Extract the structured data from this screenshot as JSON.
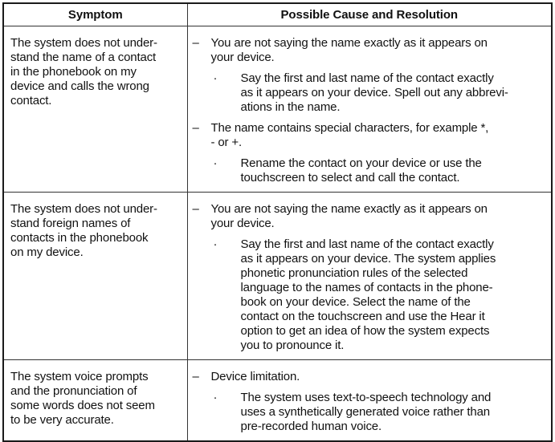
{
  "colors": {
    "border": "#1a1a1a",
    "text": "#111111",
    "background": "#ffffff"
  },
  "bullets": {
    "dash": "–",
    "dot": "·"
  },
  "table": {
    "headers": {
      "symptom": "Symptom",
      "cause": "Possible Cause and Resolution"
    },
    "rows": [
      {
        "symptom": "The system does not under-\nstand the name of a contact\nin the phonebook on my\ndevice and calls the wrong\ncontact.",
        "causes": [
          {
            "text": "You are not saying the name exactly as it appears on\nyour device.",
            "sub": [
              "Say the first and last name of the contact exactly\nas it appears on your device. Spell out any abbrevi-\nations in the name."
            ]
          },
          {
            "text": "The name contains special characters, for example *,\n- or +.",
            "sub": [
              "Rename the contact on your device or use the\ntouchscreen to select and call the contact."
            ]
          }
        ]
      },
      {
        "symptom": "The system does not under-\nstand foreign names of\ncontacts in the phonebook\non my device.",
        "causes": [
          {
            "text": "You are not saying the name exactly as it appears on\nyour device.",
            "sub": [
              "Say the first and last name of the contact exactly\nas it appears on your device. The system applies\nphonetic pronunciation rules of the selected\nlanguage to the names of contacts in the phone-\nbook on your device. Select the name of the\ncontact on the touchscreen and use the Hear it\noption to get an idea of how the system expects\nyou to pronounce it."
            ]
          }
        ]
      },
      {
        "symptom": "The system voice prompts\nand the pronunciation of\nsome words does not seem\nto be very accurate.",
        "causes": [
          {
            "text": "Device limitation.",
            "sub": [
              "The system uses text-to-speech technology and\nuses a synthetically generated voice rather than\npre-recorded human voice."
            ]
          }
        ]
      }
    ]
  }
}
